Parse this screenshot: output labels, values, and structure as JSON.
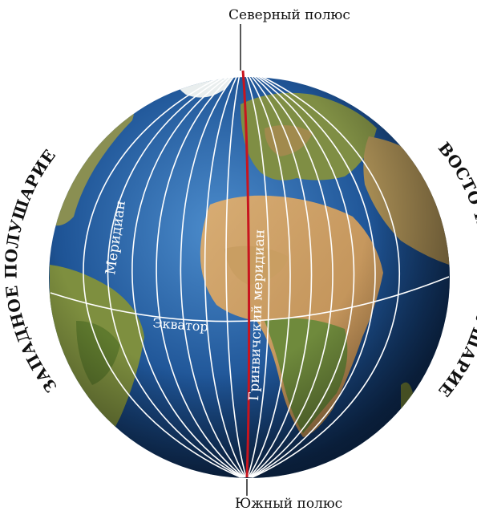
{
  "labels": {
    "north_pole": "Северный полюс",
    "south_pole": "Южный полюс",
    "western_hemisphere": "ЗАПАДНОЕ ПОЛУШАРИЕ",
    "eastern_hemisphere": "ВОСТОЧНОЕ ПОЛУШАРИЕ",
    "meridian": "Меридиан",
    "greenwich_meridian": "Гринвичский меридиан",
    "equator": "Экватор"
  },
  "colors": {
    "ocean": "#1d4f8c",
    "ocean_light": "#3a79b8",
    "land": "#c49a5c",
    "land_green": "#6f8a3c",
    "grid_lines": "#ffffff",
    "greenwich_meridian": "#c8141e"
  }
}
